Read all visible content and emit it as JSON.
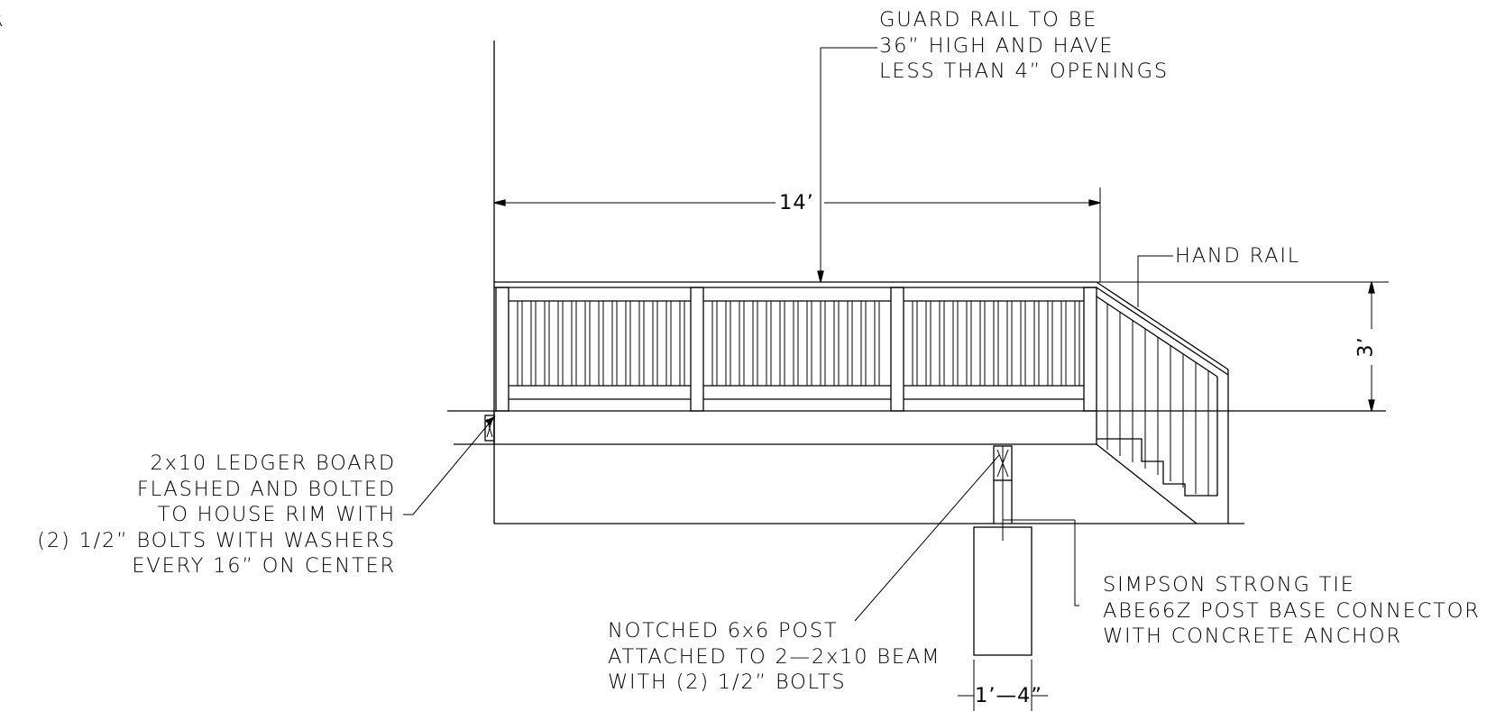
{
  "notes": {
    "guard_rail": [
      "GUARD RAIL TO BE",
      "36” HIGH AND HAVE",
      "LESS THAN 4” OPENINGS"
    ],
    "hand_rail": "HAND RAIL",
    "ledger": [
      "2x10 LEDGER BOARD",
      "FLASHED AND BOLTED",
      "TO HOUSE RIM WITH",
      "(2) 1/2” BOLTS WITH WASHERS",
      "EVERY 16” ON CENTER"
    ],
    "post": [
      "NOTCHED 6x6 POST",
      "ATTACHED TO 2—2x10 BEAM",
      "WITH (2) 1/2” BOLTS"
    ],
    "connector": [
      "SIMPSON STRONG TIE",
      "ABE66Z POST BASE CONNECTOR",
      "WITH CONCRETE ANCHOR"
    ],
    "edge_fragment": "R"
  },
  "dimensions": {
    "deck_length": "14’",
    "rail_height": "3’",
    "footing_width": "1’—4”"
  }
}
